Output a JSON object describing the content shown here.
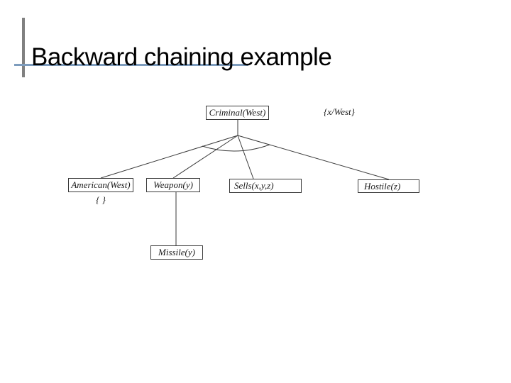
{
  "slide": {
    "title": "Backward chaining example"
  },
  "diagram": {
    "nodes": {
      "criminal": "Criminal(West)",
      "american": "American(West)",
      "weapon": "Weapon(y)",
      "sells": "Sells(x,y,z)",
      "hostile": "Hostile(z)",
      "missile": "Missile(y)"
    },
    "substitutions": {
      "x_west": "{x/West}",
      "empty": "{ }"
    },
    "edges": [
      {
        "from": "criminal",
        "to": "american",
        "type": "and-branch"
      },
      {
        "from": "criminal",
        "to": "weapon",
        "type": "and-branch"
      },
      {
        "from": "criminal",
        "to": "sells",
        "type": "and-branch"
      },
      {
        "from": "criminal",
        "to": "hostile",
        "type": "and-branch"
      },
      {
        "from": "weapon",
        "to": "missile",
        "type": "branch"
      }
    ]
  },
  "colors": {
    "accent_underline": "#7d9cbd",
    "accent_bar": "#808080",
    "diagram_stroke": "#3a3a3a",
    "text": "#000000",
    "background": "#ffffff"
  }
}
